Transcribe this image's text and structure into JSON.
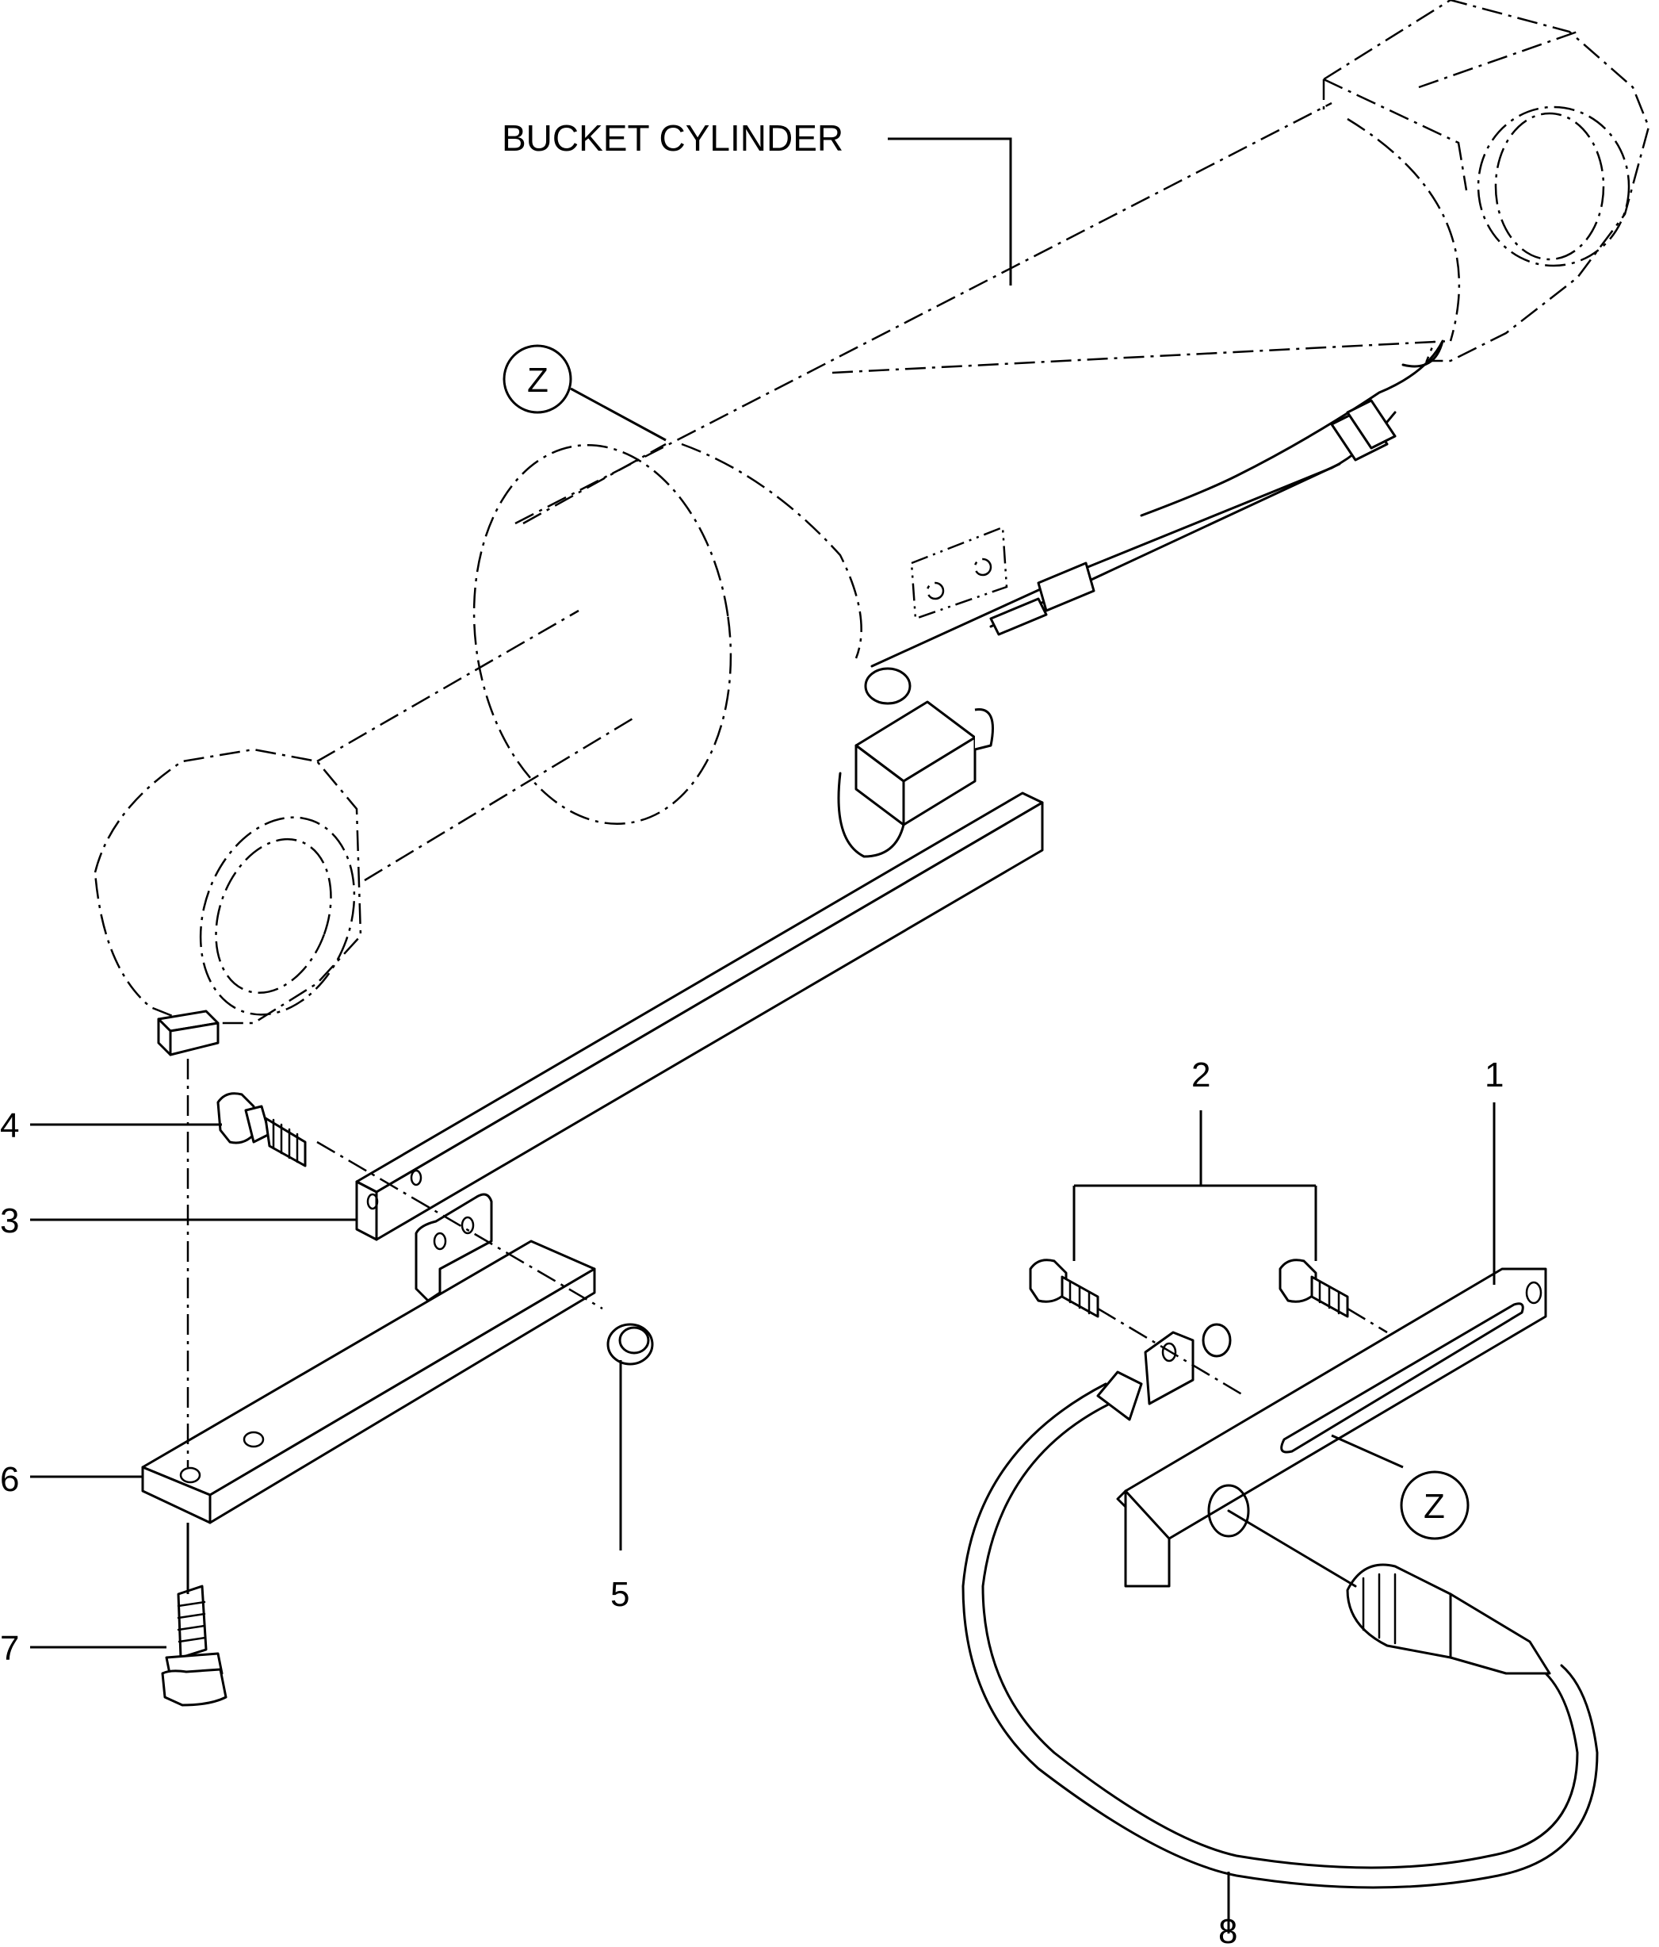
{
  "title_label": "BUCKET CYLINDER",
  "detail_marker": "Z",
  "callouts": {
    "c1": "1",
    "c2": "2",
    "c3": "3",
    "c4": "4",
    "c5": "5",
    "c6": "6",
    "c7": "7",
    "c8": "8"
  }
}
